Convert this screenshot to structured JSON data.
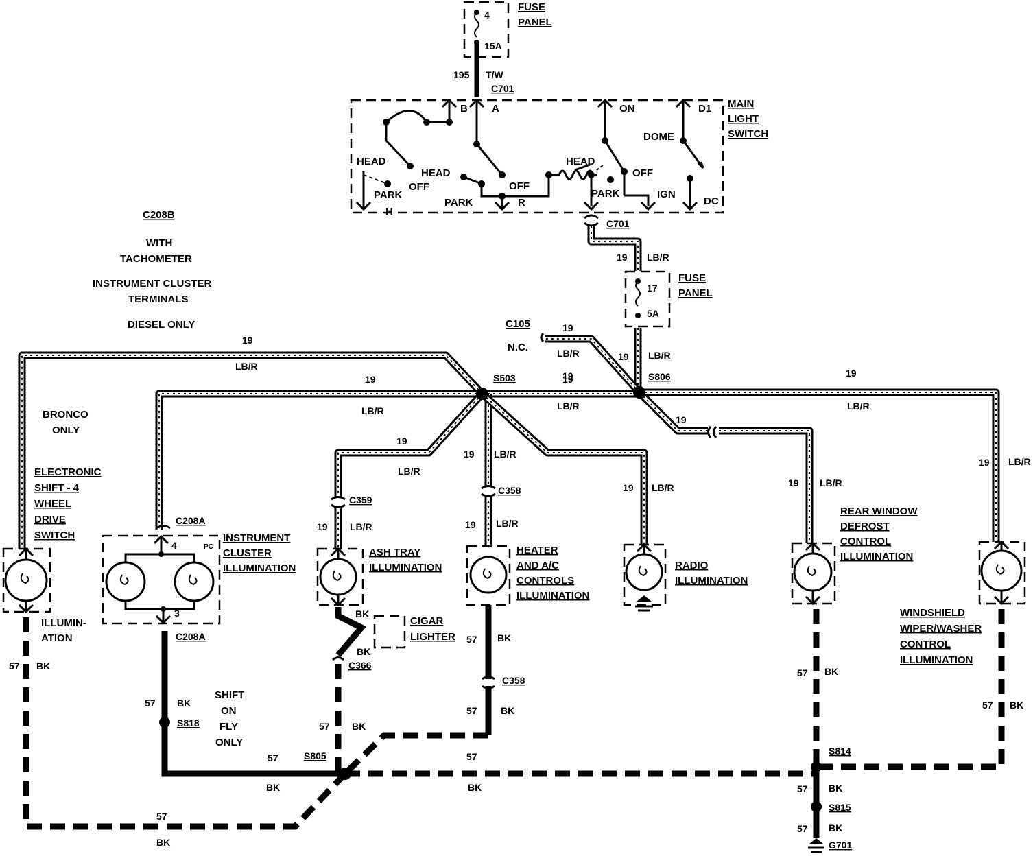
{
  "fuse_top": {
    "label_line1": "FUSE",
    "label_line2": "PANEL",
    "number": "4",
    "rating": "15A"
  },
  "wire_top": {
    "circuit": "195",
    "color": "T/W",
    "connector": "C701"
  },
  "main_switch": {
    "title_line1": "MAIN",
    "title_line2": "LIGHT",
    "title_line3": "SWITCH",
    "B": "B",
    "A": "A",
    "ON": "ON",
    "D1": "D1",
    "DOME": "DOME",
    "HEAD_left": "HEAD",
    "HEAD_mid": "HEAD",
    "HEAD_right": "HEAD",
    "OFF_left": "OFF",
    "OFF_mid": "OFF",
    "OFF_right": "OFF",
    "PARK_left": "PARK",
    "PARK_mid": "PARK",
    "PARK_right": "PARK",
    "H": "H",
    "R": "R",
    "IGN": "IGN",
    "DC": "DC"
  },
  "c701_lower": "C701",
  "fuse_mid": {
    "label_line1": "FUSE",
    "label_line2": "PANEL",
    "number": "17",
    "rating": "5A"
  },
  "notes": {
    "c208b": "C208B",
    "with1": "WITH",
    "with2": "TACHOMETER",
    "ict1": "INSTRUMENT CLUSTER",
    "ict2": "TERMINALS",
    "diesel": "DIESEL ONLY",
    "bronco1": "BRONCO",
    "bronco2": "ONLY",
    "shift1": "SHIFT",
    "shift2": "ON",
    "shift3": "FLY",
    "shift4": "ONLY"
  },
  "c105": {
    "connector": "C105",
    "nc": "N.C."
  },
  "splices": {
    "s503": "S503",
    "s806": "S806",
    "s805": "S805",
    "s814": "S814",
    "s815": "S815",
    "s818": "S818",
    "g701": "G701"
  },
  "connectors": {
    "c359": "C359",
    "c358a": "C358",
    "c358b": "C358",
    "c366": "C366",
    "c208a_top": "C208A",
    "c208a_bot": "C208A"
  },
  "wire": {
    "c19": "19",
    "lbr": "LB/R",
    "c57": "57",
    "bk": "BK"
  },
  "components": {
    "shift": {
      "l1": "ELECTRONIC",
      "l2": "SHIFT - 4",
      "l3": "WHEEL",
      "l4": "DRIVE",
      "l5": "SWITCH",
      "illum1": "ILLUMIN-",
      "illum2": "ATION"
    },
    "cluster": {
      "l1": "INSTRUMENT",
      "l2": "CLUSTER",
      "l3": "ILLUMINATION",
      "pin4": "4",
      "pin3": "3",
      "pc": "PC"
    },
    "ash": {
      "l1": "ASH TRAY",
      "l2": "ILLUMINATION"
    },
    "cigar": {
      "l1": "CIGAR",
      "l2": "LIGHTER"
    },
    "heater": {
      "l1": "HEATER",
      "l2": "AND A/C",
      "l3": "CONTROLS",
      "l4": "ILLUMINATION"
    },
    "radio": {
      "l1": "RADIO",
      "l2": "ILLUMINATION"
    },
    "rear": {
      "l1": "REAR WINDOW",
      "l2": "DEFROST",
      "l3": "CONTROL",
      "l4": "ILLUMINATION"
    },
    "wiper": {
      "l1": "WINDSHIELD",
      "l2": "WIPER/WASHER",
      "l3": "CONTROL",
      "l4": "ILLUMINATION"
    }
  }
}
